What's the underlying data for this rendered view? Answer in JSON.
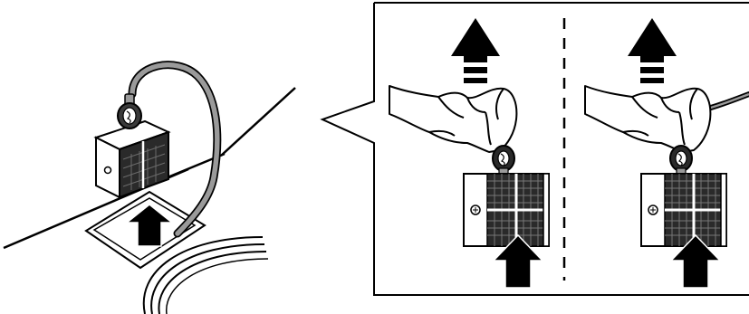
{
  "diagram": {
    "kind": "instruction-illustration",
    "colors": {
      "ink": "#000000",
      "paper": "#ffffff",
      "grey": "#9a9a9a",
      "dark": "#2a2a2a"
    },
    "overview": {
      "items": [
        "baseline",
        "filter-cartridge",
        "tube",
        "dock-opening",
        "insert-arrow",
        "cable-coil"
      ]
    },
    "callout": {
      "panels": [
        {
          "name": "left-step",
          "items": [
            "hand",
            "ring-tab",
            "filter-cartridge",
            "lift-arrow",
            "push-arrow"
          ]
        },
        {
          "name": "right-step",
          "items": [
            "hand",
            "ring-tab",
            "filter-cartridge",
            "lift-arrow",
            "push-arrow",
            "cable"
          ]
        }
      ],
      "separator": "dashed"
    },
    "icons": [
      "up-arrow-icon",
      "hand-icon",
      "ring-tab-icon",
      "screw-icon"
    ]
  }
}
